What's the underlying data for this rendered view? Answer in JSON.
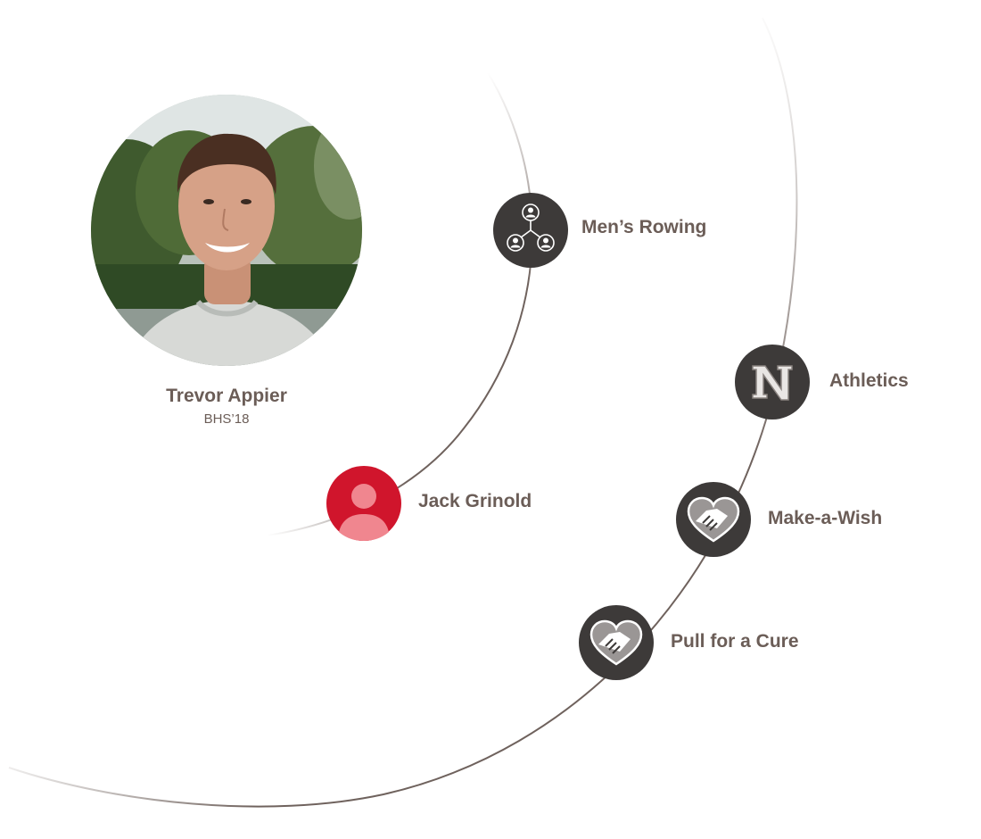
{
  "profile": {
    "name": "Trevor Appier",
    "class_year": "BHS’18",
    "photo_icon": "person-photo"
  },
  "connections": [
    {
      "id": "mens-rowing",
      "label": "Men’s Rowing",
      "icon": "team-group-icon",
      "color": "#3d3a39"
    },
    {
      "id": "athletics",
      "label": "Athletics",
      "icon": "letter-n-icon",
      "color": "#3d3a39"
    },
    {
      "id": "jack-grinold",
      "label": "Jack Grinold",
      "icon": "person-icon",
      "color": "#d0152c"
    },
    {
      "id": "make-a-wish",
      "label": "Make-a-Wish",
      "icon": "handshake-heart-icon",
      "color": "#3d3a39"
    },
    {
      "id": "pull-for-a-cure",
      "label": "Pull for a Cure",
      "icon": "handshake-heart-icon",
      "color": "#3d3a39"
    }
  ],
  "colors": {
    "label_text": "#6b5d57",
    "arc": "#6f625d",
    "node_dark": "#3d3a39",
    "node_red": "#d0152c",
    "node_red_light": "#f0868f"
  }
}
